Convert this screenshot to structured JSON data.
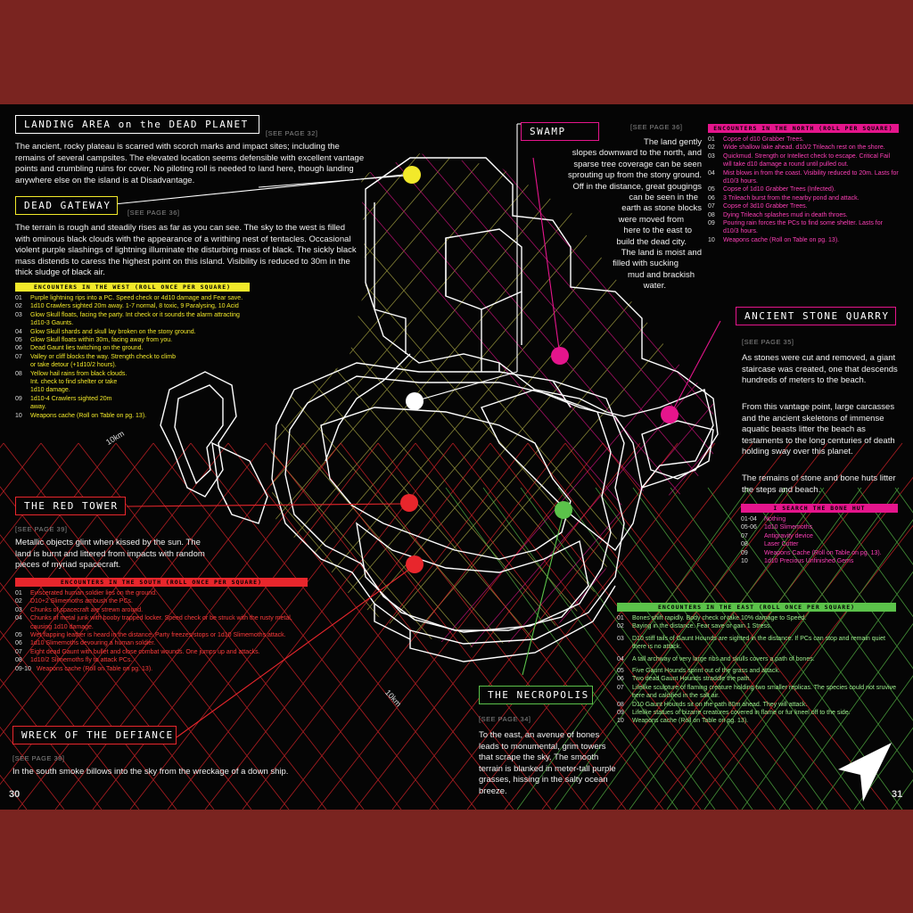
{
  "page_numbers": {
    "left": "30",
    "right": "31"
  },
  "landing": {
    "title": "LANDING AREA on the DEAD PLANET",
    "ref": "[SEE PAGE 32]",
    "text": "The ancient, rocky plateau is scarred with scorch marks and impact sites; including the remains of several campsites. The elevated location seems defensible with excellent vantage points and crumbling ruins for cover. No piloting roll is needed to land here, though landing anywhere else on the island is at Disadvantage."
  },
  "gateway": {
    "title": "DEAD GATEWAY",
    "ref": "[SEE PAGE 36]",
    "text": "The terrain is rough and steadily rises as far as you can see. The sky to the west is filled with ominous black clouds with the appearance of a writhing nest of tentacles. Occasional violent purple slashings of lightning illuminate the disturbing mass of black. The sickly black mass distends to caress the highest point on this island. Visibility is reduced to 30m in the thick sludge of black air."
  },
  "west": {
    "header": "ENCOUNTERS IN THE WEST (ROLL ONCE PER SQUARE)",
    "items": [
      {
        "n": "01",
        "t": "Purple lightning rips into a PC. Speed check or 4d10 damage and Fear save."
      },
      {
        "n": "02",
        "t": "1d10 Crawlers sighted 20m away. 1-7 normal, 8 toxic, 9 Paralysing, 10 Acid"
      },
      {
        "n": "03",
        "t": "Glow Skull floats, facing the party. Int check or it sounds the alarm attracting 1d10-3 Gaunts."
      },
      {
        "n": "04",
        "t": "Glow Skull shards and skull lay broken on the stony ground."
      },
      {
        "n": "05",
        "t": "Glow Skull floats within 30m, facing away from you."
      },
      {
        "n": "06",
        "t": "Dead Gaunt lies twitching on the ground."
      },
      {
        "n": "07",
        "t": "Valley or cliff blocks the way. Strength check to climb or take detour (+1d10/2 hours)."
      },
      {
        "n": "08",
        "t": "Yellow hail rains from black clouds. Int. check to find shelter or take 1d10 damage."
      },
      {
        "n": "09",
        "t": "1d10-4 Crawlers sighted 20m away."
      },
      {
        "n": "10",
        "t": "Weapons cache (Roll on Table on pg. 13)."
      }
    ]
  },
  "redtower": {
    "title": "THE RED TOWER",
    "ref": "[SEE PAGE 39]",
    "text": "Metallic objects glint when kissed by the sun. The land is burnt and littered from impacts with random pieces of myriad spacecraft."
  },
  "south": {
    "header": "ENCOUNTERS IN THE SOUTH (ROLL ONCE PER SQUARE)",
    "items": [
      {
        "n": "01",
        "t": "Eviscerated human soldier lies on the ground."
      },
      {
        "n": "02",
        "t": "D10+2 Slimemoths ambush the PCs."
      },
      {
        "n": "03",
        "t": "Chunks of spacecraft are strewn around."
      },
      {
        "n": "04",
        "t": "Chunks of metal junk with booby trapped locker. Speed check or be struck with the rusty metal, causing 1d10 damage."
      },
      {
        "n": "05",
        "t": "Wet flapping leather is heard in the distance. Party freezes/stops or 1d10 Slimemoths attack."
      },
      {
        "n": "06",
        "t": "1d10 Slimemoths devouring a human soldier."
      },
      {
        "n": "07",
        "t": "Eight dead Gaunt with bullet and close combat wounds. One jumps up and attacks."
      },
      {
        "n": "08",
        "t": "1d10/2 Slimemoths fly to attack PCs."
      },
      {
        "n": "09-10",
        "t": "Weapons cache (Roll on Table on pg. 13)."
      }
    ]
  },
  "defiance": {
    "title": "WRECK OF THE DEFIANCE",
    "ref": "[SEE PAGE 38]",
    "text": "In the south smoke billows into the sky from the wreckage of a down ship."
  },
  "swamp": {
    "title": "SWAMP",
    "ref": "[SEE PAGE 36]",
    "lines": [
      "The land gently",
      "slopes downward to the north, and",
      "sparse tree coverage can be seen",
      "sprouting up from the stony ground.",
      "Off in the distance, great gougings",
      "can be seen in the",
      "earth as stone blocks",
      "were moved from",
      "here to the east to",
      "build the dead city.",
      "The land is moist and",
      "filled with sucking",
      "mud and brackish",
      "water."
    ]
  },
  "north": {
    "header": "ENCOUNTERS IN THE NORTH (ROLL PER SQUARE)",
    "items": [
      {
        "n": "01",
        "t": "Copse of d10 Grabber Trees."
      },
      {
        "n": "02",
        "t": "Wide shallow lake ahead. d10/2 Trileach rest on the shore."
      },
      {
        "n": "03",
        "t": "Quickmud. Strength or Intellect check to escape. Critical Fail will take d10 damage a round until pulled out."
      },
      {
        "n": "04",
        "t": "Mist blows in from the coast. Visibility reduced to 20m. Lasts for d10/3 hours."
      },
      {
        "n": "05",
        "t": "Copse of 1d10 Grabber Trees (Infected)."
      },
      {
        "n": "06",
        "t": "3 Trileach burst from the nearby pond and attack."
      },
      {
        "n": "07",
        "t": "Copse of 3d10 Grabber Trees."
      },
      {
        "n": "08",
        "t": "Dying Trileach splashes mud in death throes."
      },
      {
        "n": "09",
        "t": "Pouring rain forces the PCs to find some shelter. Lasts for d10/3 hours."
      },
      {
        "n": "10",
        "t": "Weapons cache (Roll on Table on pg. 13)."
      }
    ]
  },
  "quarry": {
    "title": "ANCIENT STONE QUARRY",
    "ref": "[SEE PAGE 35]",
    "p1": "As stones were cut and removed, a giant staircase was created, one that descends hundreds of meters to the beach.",
    "p2": "From this vantage point, large carcasses and the ancient skeletons of immense aquatic beasts litter the beach as testaments to the long centuries of death holding sway over this planet.",
    "p3": "The remains of stone and bone huts litter the steps and beach."
  },
  "bonehut": {
    "header": "I SEARCH THE BONE HUT",
    "items": [
      {
        "n": "01-04",
        "t": "Nothing"
      },
      {
        "n": "05-06",
        "t": "1d10 Slimemoths"
      },
      {
        "n": "07",
        "t": "Antigravity device"
      },
      {
        "n": "08",
        "t": "Laser Cutter"
      },
      {
        "n": "09",
        "t": "Weapons Cache (Roll on Table on pg. 13)."
      },
      {
        "n": "10",
        "t": "1d10 Precious Unfinished Gems"
      }
    ]
  },
  "east": {
    "header": "ENCOUNTERS IN THE EAST (ROLL ONCE PER SQUARE)",
    "items": [
      {
        "n": "01",
        "t": "Bones shift rapidly. Body check or take 10% damage to Speed."
      },
      {
        "n": "02",
        "t": "Baying in the distance. Fear save or gain 1 Stress."
      },
      {
        "n": "03",
        "t": "D10 stiff tails of Gaunt Hounds are sighted in the distance. If PCs can stop and remain quiet there is no attack."
      },
      {
        "n": "04",
        "t": "A tall archway of very large ribs and skulls covers a path of bones."
      },
      {
        "n": "05",
        "t": "Five Gaunt Hounds sprint out of the grass and attack."
      },
      {
        "n": "06",
        "t": "Two dead Gaunt Hounds straddle the path."
      },
      {
        "n": "07",
        "t": "Lifelike sculpture of flaming creature holding two smaller replicas. The species could not sruvive here and calcified in the salt air."
      },
      {
        "n": "08",
        "t": "D10 Gaunt Hounds sit on the path 80m ahead. They will attack."
      },
      {
        "n": "09",
        "t": "Lifelike statues of bizarre creatures covered in flame or fur kneel off to the side."
      },
      {
        "n": "10",
        "t": "Weapons cache (Roll on Table on pg. 13)."
      }
    ]
  },
  "necropolis": {
    "title": "THE NECROPOLIS",
    "ref": "[SEE PAGE 34]",
    "text": "To the east, an avenue of bones leads to monumental, grim towers that scrape the sky. The smooth terrain is blanked in meter-tall purple grasses, hissing in the salty ocean breeze."
  },
  "scale": {
    "a": "10km",
    "b": "10km"
  },
  "colors": {
    "yellow": "#f2e92a",
    "red": "#e8262c",
    "green": "#5bc24a",
    "magenta": "#e5158c",
    "white": "#ffffff"
  },
  "icons": {
    "compass": "compass-arrow-icon"
  }
}
